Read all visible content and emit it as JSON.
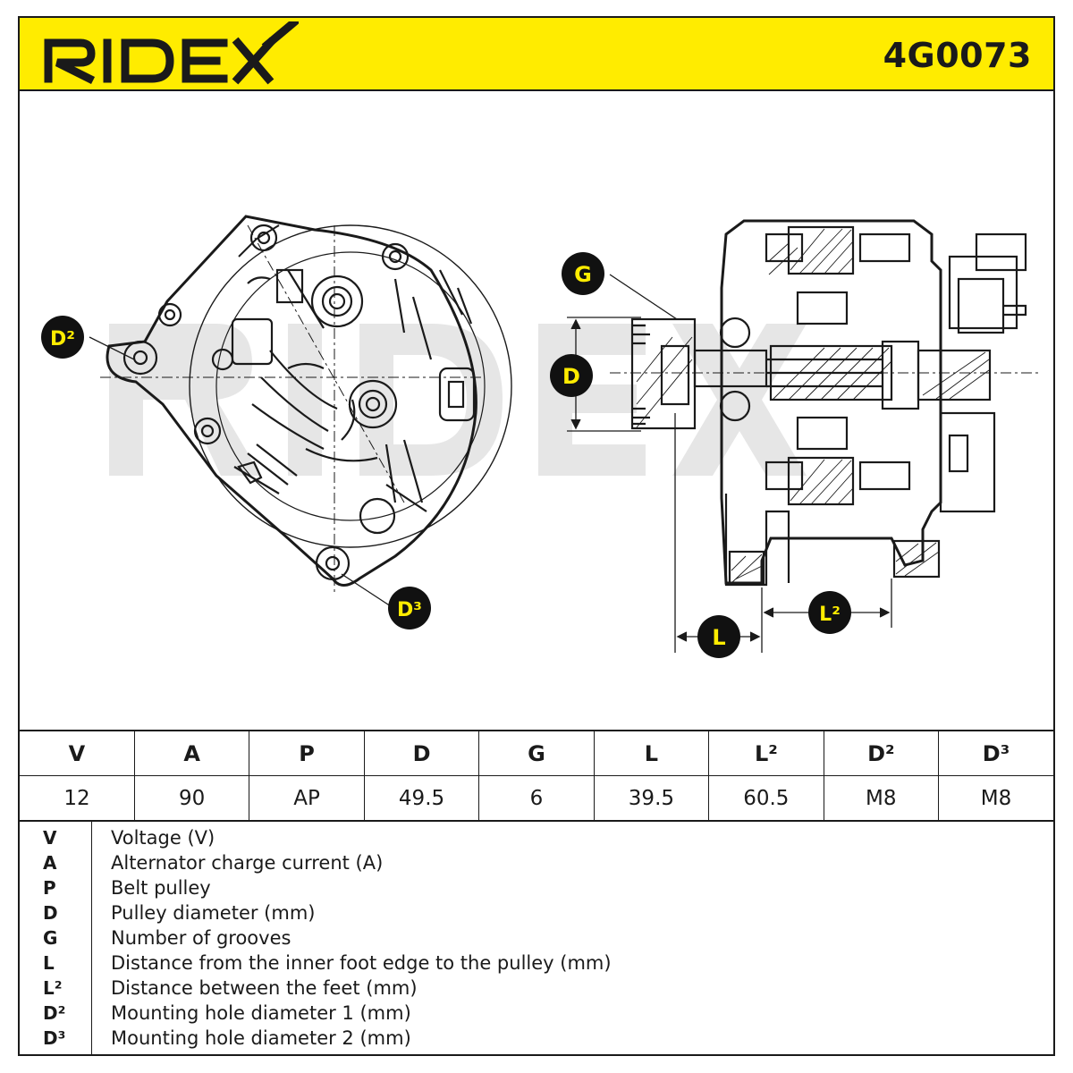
{
  "brand": {
    "logo_text": "RIDEX",
    "part_number": "4G0073",
    "accent_color": "#ffec00"
  },
  "callouts": {
    "g": "G",
    "d": "D",
    "d2": "D²",
    "d3": "D³",
    "l": "L",
    "l2": "L²"
  },
  "specs": {
    "headers": [
      "V",
      "A",
      "P",
      "D",
      "G",
      "L",
      "L²",
      "D²",
      "D³"
    ],
    "values": [
      "12",
      "90",
      "AP",
      "49.5",
      "6",
      "39.5",
      "60.5",
      "M8",
      "M8"
    ]
  },
  "legend": [
    {
      "sym": "V",
      "desc": "Voltage (V)"
    },
    {
      "sym": "A",
      "desc": "Alternator charge current (A)"
    },
    {
      "sym": "P",
      "desc": "Belt pulley"
    },
    {
      "sym": "D",
      "desc": "Pulley diameter (mm)"
    },
    {
      "sym": "G",
      "desc": "Number of grooves"
    },
    {
      "sym": "L",
      "desc": "Distance from the inner foot edge to the pulley (mm)"
    },
    {
      "sym": "L²",
      "desc": "Distance between the feet (mm)"
    },
    {
      "sym": "D²",
      "desc": "Mounting hole diameter 1 (mm)"
    },
    {
      "sym": "D³",
      "desc": "Mounting hole diameter 2 (mm)"
    }
  ]
}
